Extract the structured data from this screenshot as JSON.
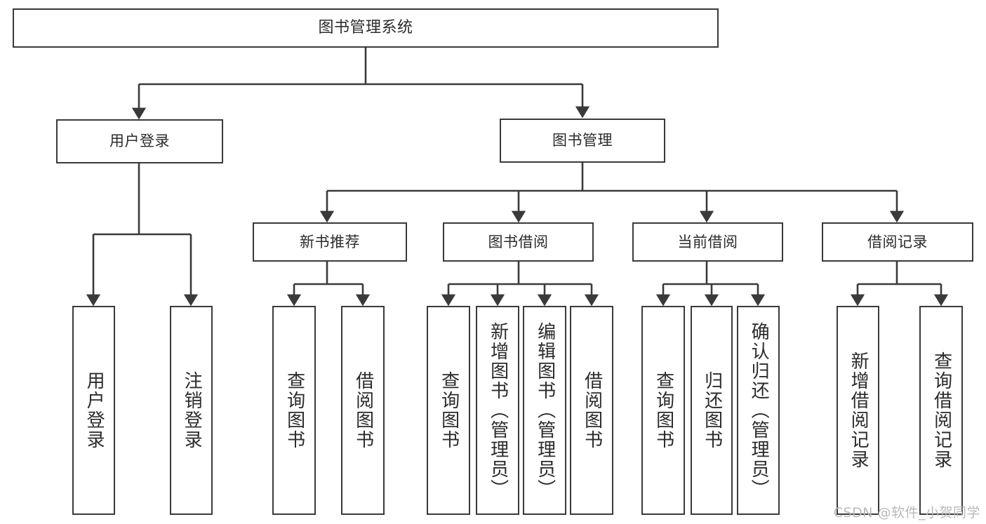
{
  "diagram": {
    "title": "图书管理系统",
    "watermark": "CSDN @软件_小贺同学",
    "colors": {
      "background": "#ffffff",
      "node_border": "#3a3a3a",
      "node_fill": "#ffffff",
      "edge": "#3a3a3a",
      "text": "#2b2b2b",
      "watermark": "#b9b9b9"
    },
    "root": {
      "label": "图书管理系统"
    },
    "level1": [
      {
        "label": "用户登录"
      },
      {
        "label": "图书管理"
      }
    ],
    "level2": [
      {
        "label": "新书推荐"
      },
      {
        "label": "图书借阅"
      },
      {
        "label": "当前借阅"
      },
      {
        "label": "借阅记录"
      }
    ],
    "leaves": {
      "user_login": [
        {
          "label": "用户登录"
        },
        {
          "label": "注销登录"
        }
      ],
      "new_book_recommend": [
        {
          "label": "查询图书"
        },
        {
          "label": "借阅图书"
        }
      ],
      "book_borrow": [
        {
          "label": "查询图书"
        },
        {
          "label": "新增图书（管理员）"
        },
        {
          "label": "编辑图书（管理员）"
        },
        {
          "label": "借阅图书"
        }
      ],
      "current_borrow": [
        {
          "label": "查询图书"
        },
        {
          "label": "归还图书"
        },
        {
          "label": "确认归还（管理员）"
        }
      ],
      "borrow_record": [
        {
          "label": "新增借阅记录"
        },
        {
          "label": "查询借阅记录"
        }
      ]
    }
  }
}
